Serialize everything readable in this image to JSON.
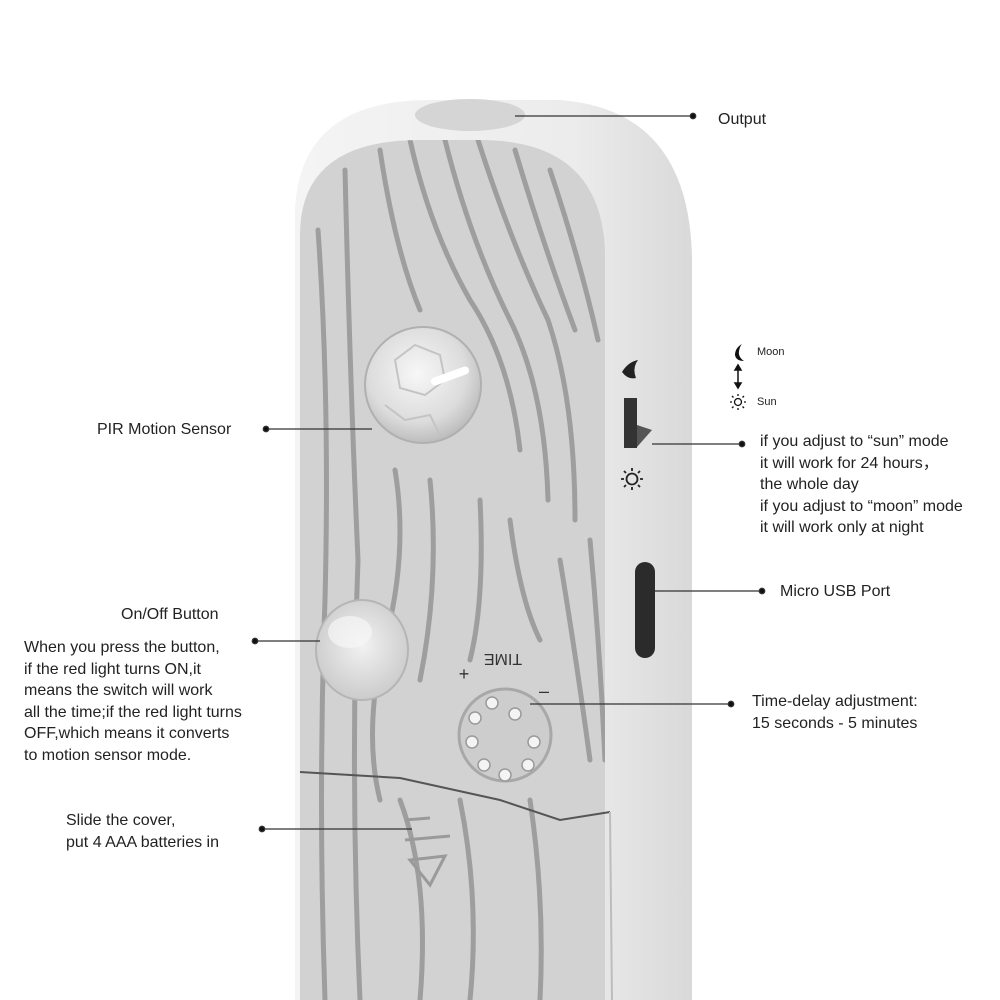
{
  "labels": {
    "output": "Output",
    "pir_sensor": "PIR Motion Sensor",
    "onoff_title": "On/Off Button",
    "onoff_desc": [
      "When you press the button,",
      "if the red light turns ON,it",
      "means the switch will work",
      "all the time;if the red light turns",
      "OFF,which means it converts",
      "to motion sensor mode."
    ],
    "cover": [
      "Slide the cover,",
      "put 4 AAA batteries in"
    ],
    "mode_desc": [
      "if you adjust to “sun” mode",
      "it will work for 24 hours，",
      "the whole day",
      "if you  adjust to “moon” mode",
      "it will work only at night"
    ],
    "usb": "Micro USB Port",
    "time_delay": [
      "Time-delay adjustment:",
      "15 seconds - 5 minutes"
    ],
    "legend_moon": "Moon",
    "legend_sun": "Sun",
    "dial_text": "TIME",
    "dial_plus": "+",
    "dial_minus": "–"
  },
  "icons": {
    "moon": "moon-icon",
    "sun": "sun-icon",
    "mode_arrow": "double-arrow-icon"
  },
  "colors": {
    "device_body": "#e8e8e8",
    "device_panel": "#cfcfcf",
    "leader_line": "#333333",
    "text": "#222222"
  }
}
